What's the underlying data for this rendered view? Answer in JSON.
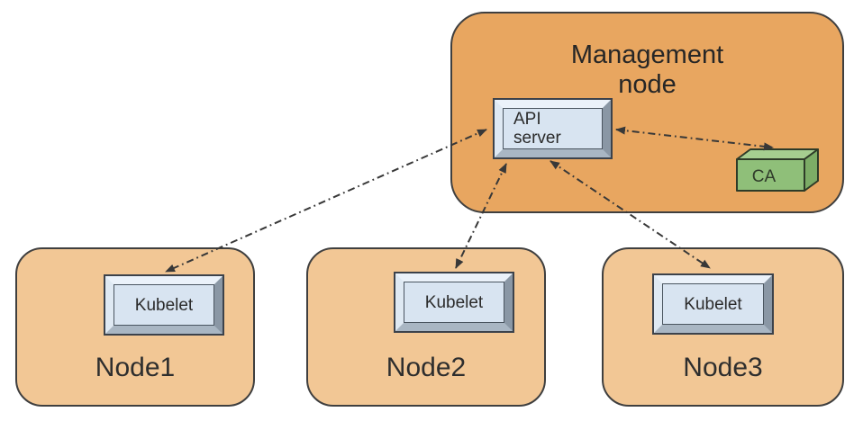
{
  "diagram": {
    "management": {
      "label": "Management node",
      "api_server_label": "API server",
      "ca_label": "CA"
    },
    "nodes": [
      {
        "label": "Node1",
        "component_label": "Kubelet"
      },
      {
        "label": "Node2",
        "component_label": "Kubelet"
      },
      {
        "label": "Node3",
        "component_label": "Kubelet"
      }
    ],
    "connections": [
      {
        "from": "api-server",
        "to": "kubelet-node1",
        "style": "dash-dot",
        "bidirectional": true
      },
      {
        "from": "api-server",
        "to": "kubelet-node2",
        "style": "dash-dot",
        "bidirectional": true
      },
      {
        "from": "api-server",
        "to": "kubelet-node3",
        "style": "dash-dot",
        "bidirectional": true
      },
      {
        "from": "api-server",
        "to": "ca",
        "style": "dash-dot",
        "bidirectional": true
      }
    ],
    "colors": {
      "management_fill": "#E8A660",
      "worker_fill": "#F2C795",
      "outline": "#3F3F3F",
      "chip_fill": "#D8E4F1",
      "chip_bevel_light": "#EBF2FA",
      "chip_bevel_dark": "#8A97A5",
      "ca_front": "#8FBF79",
      "ca_top": "#A6CE90",
      "ca_side": "#7CAC66",
      "arrow": "#383838",
      "background": "#FFFFFF"
    }
  }
}
